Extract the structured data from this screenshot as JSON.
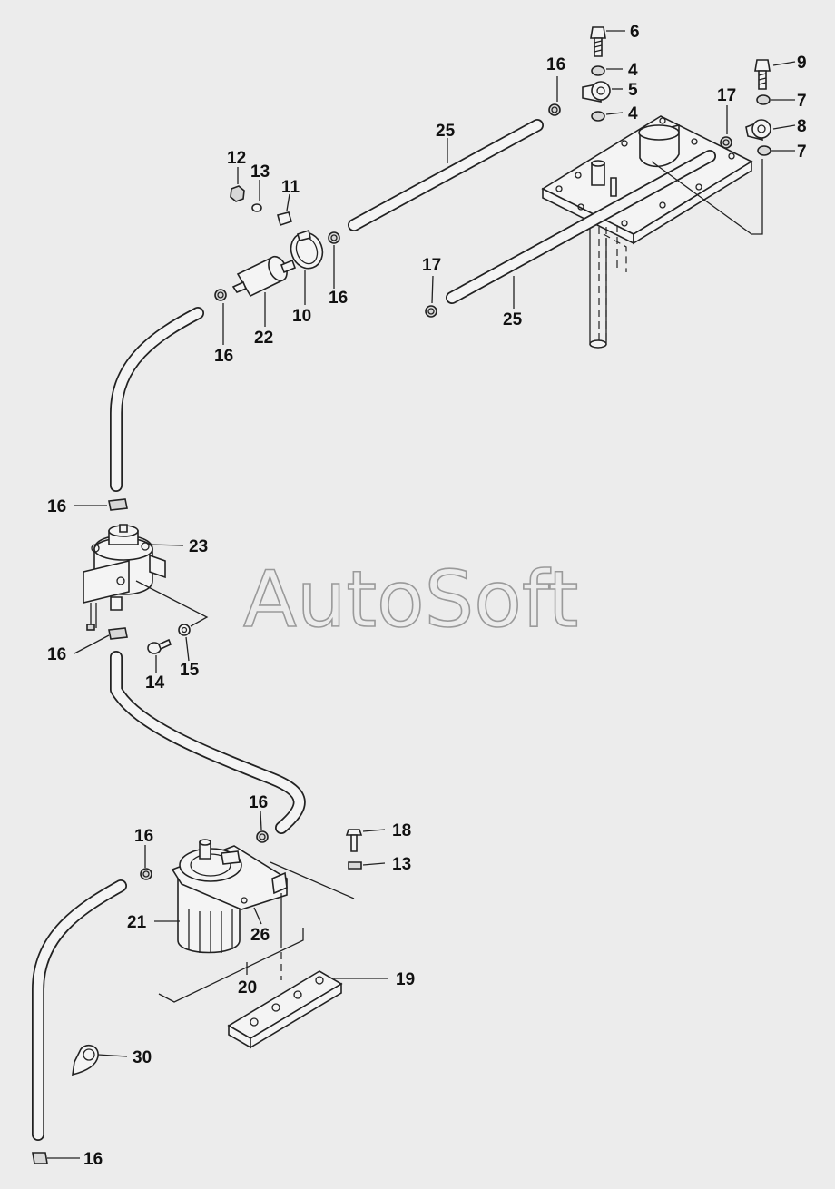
{
  "watermark": "AutoSoft",
  "callouts": [
    {
      "id": "c6a",
      "label": "6"
    },
    {
      "id": "c16a",
      "label": "16"
    },
    {
      "id": "c4a",
      "label": "4"
    },
    {
      "id": "c5",
      "label": "5"
    },
    {
      "id": "c4b",
      "label": "4"
    },
    {
      "id": "c9",
      "label": "9"
    },
    {
      "id": "c7a",
      "label": "7"
    },
    {
      "id": "c17a",
      "label": "17"
    },
    {
      "id": "c8",
      "label": "8"
    },
    {
      "id": "c7b",
      "label": "7"
    },
    {
      "id": "c25a",
      "label": "25"
    },
    {
      "id": "c12",
      "label": "12"
    },
    {
      "id": "c13a",
      "label": "13"
    },
    {
      "id": "c11",
      "label": "11"
    },
    {
      "id": "c17b",
      "label": "17"
    },
    {
      "id": "c16b",
      "label": "16"
    },
    {
      "id": "c10",
      "label": "10"
    },
    {
      "id": "c25b",
      "label": "25"
    },
    {
      "id": "c22",
      "label": "22"
    },
    {
      "id": "c16c",
      "label": "16"
    },
    {
      "id": "c16d",
      "label": "16"
    },
    {
      "id": "c23",
      "label": "23"
    },
    {
      "id": "c16e",
      "label": "16"
    },
    {
      "id": "c14",
      "label": "14"
    },
    {
      "id": "c15",
      "label": "15"
    },
    {
      "id": "c16f",
      "label": "16"
    },
    {
      "id": "c18",
      "label": "18"
    },
    {
      "id": "c16g",
      "label": "16"
    },
    {
      "id": "c13b",
      "label": "13"
    },
    {
      "id": "c21",
      "label": "21"
    },
    {
      "id": "c26",
      "label": "26"
    },
    {
      "id": "c20",
      "label": "20"
    },
    {
      "id": "c19",
      "label": "19"
    },
    {
      "id": "c30",
      "label": "30"
    },
    {
      "id": "c16h",
      "label": "16"
    }
  ]
}
